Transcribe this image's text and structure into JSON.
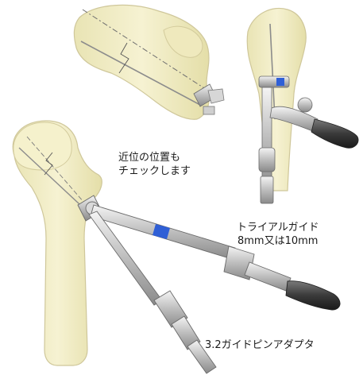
{
  "callouts": {
    "proximal_check_line1": "近位の位置も",
    "proximal_check_line2": "チェックします",
    "trial_guide_line1": "トライアルガイド",
    "trial_guide_line2": "8mm又は10mm",
    "pin_adapter": "3.2ガイドピンアダプタ"
  },
  "colors": {
    "bone_fill": "#f2eec4",
    "bone_stroke": "#cfc79a",
    "instrument_metal": "#bdbdbd",
    "instrument_dark": "#3a3a3a",
    "marker_blue": "#2f5fd6"
  }
}
